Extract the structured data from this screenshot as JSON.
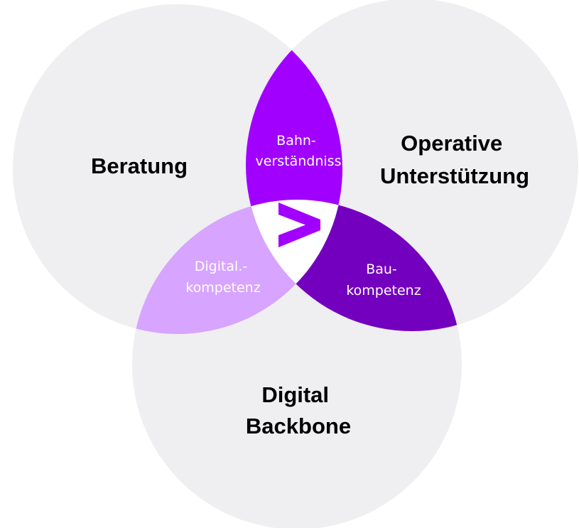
{
  "circles": {
    "top_left": {
      "label_lines": [
        "Beratung"
      ]
    },
    "top_right": {
      "label_lines": [
        "Operative",
        "Unterstützung"
      ]
    },
    "bottom": {
      "label_lines": [
        "Digital",
        "Backbone"
      ]
    }
  },
  "intersections": {
    "top": {
      "label_lines": [
        "Bahn-",
        "verständniss"
      ]
    },
    "left": {
      "label_lines": [
        "Digital.-",
        "kompetenz"
      ]
    },
    "right": {
      "label_lines": [
        "Bau-",
        "kompetenz"
      ]
    }
  },
  "center": {
    "icon": "greater-than-chevron-logo"
  },
  "colors": {
    "circle_fill": "#EFEEF0",
    "top_lens": "#A100FF",
    "left_lens": "#D7A4FF",
    "right_lens": "#7400BF",
    "center": "#FFFFFF",
    "logo": "#A100FF",
    "circle_text": "#000000",
    "lens_text": "#FFFFFF"
  }
}
